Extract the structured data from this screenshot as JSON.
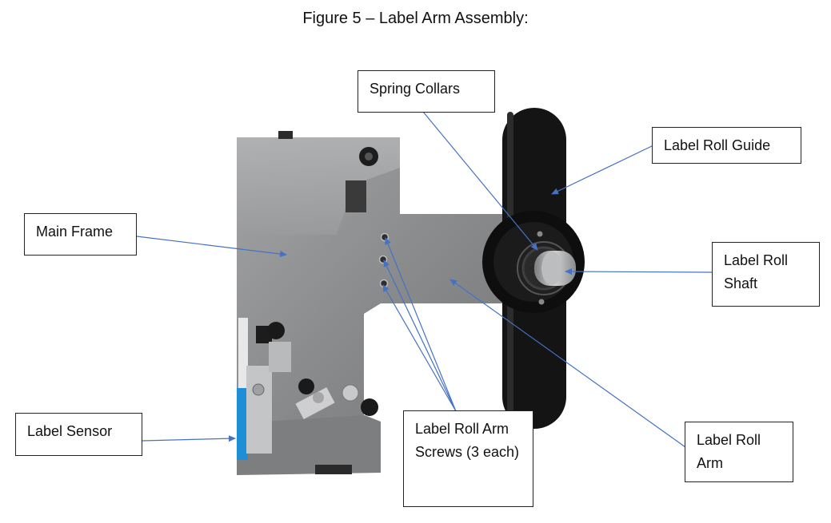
{
  "figure": {
    "title": "Figure 5 – Label Arm Assembly:"
  },
  "callouts": {
    "spring_collars": "Spring Collars",
    "label_roll_guide": "Label Roll Guide",
    "main_frame": "Main Frame",
    "label_roll_shaft": "Label Roll Shaft",
    "label_sensor": "Label Sensor",
    "label_roll_arm_screws": "Label Roll Arm Screws (3 each)",
    "label_roll_arm": "Label Roll Arm"
  },
  "colors": {
    "leader_line": "#4472c4",
    "frame_metal": "#8c8d8f",
    "guide_black": "#141414",
    "sensor_blue": "#1e8fd6"
  }
}
